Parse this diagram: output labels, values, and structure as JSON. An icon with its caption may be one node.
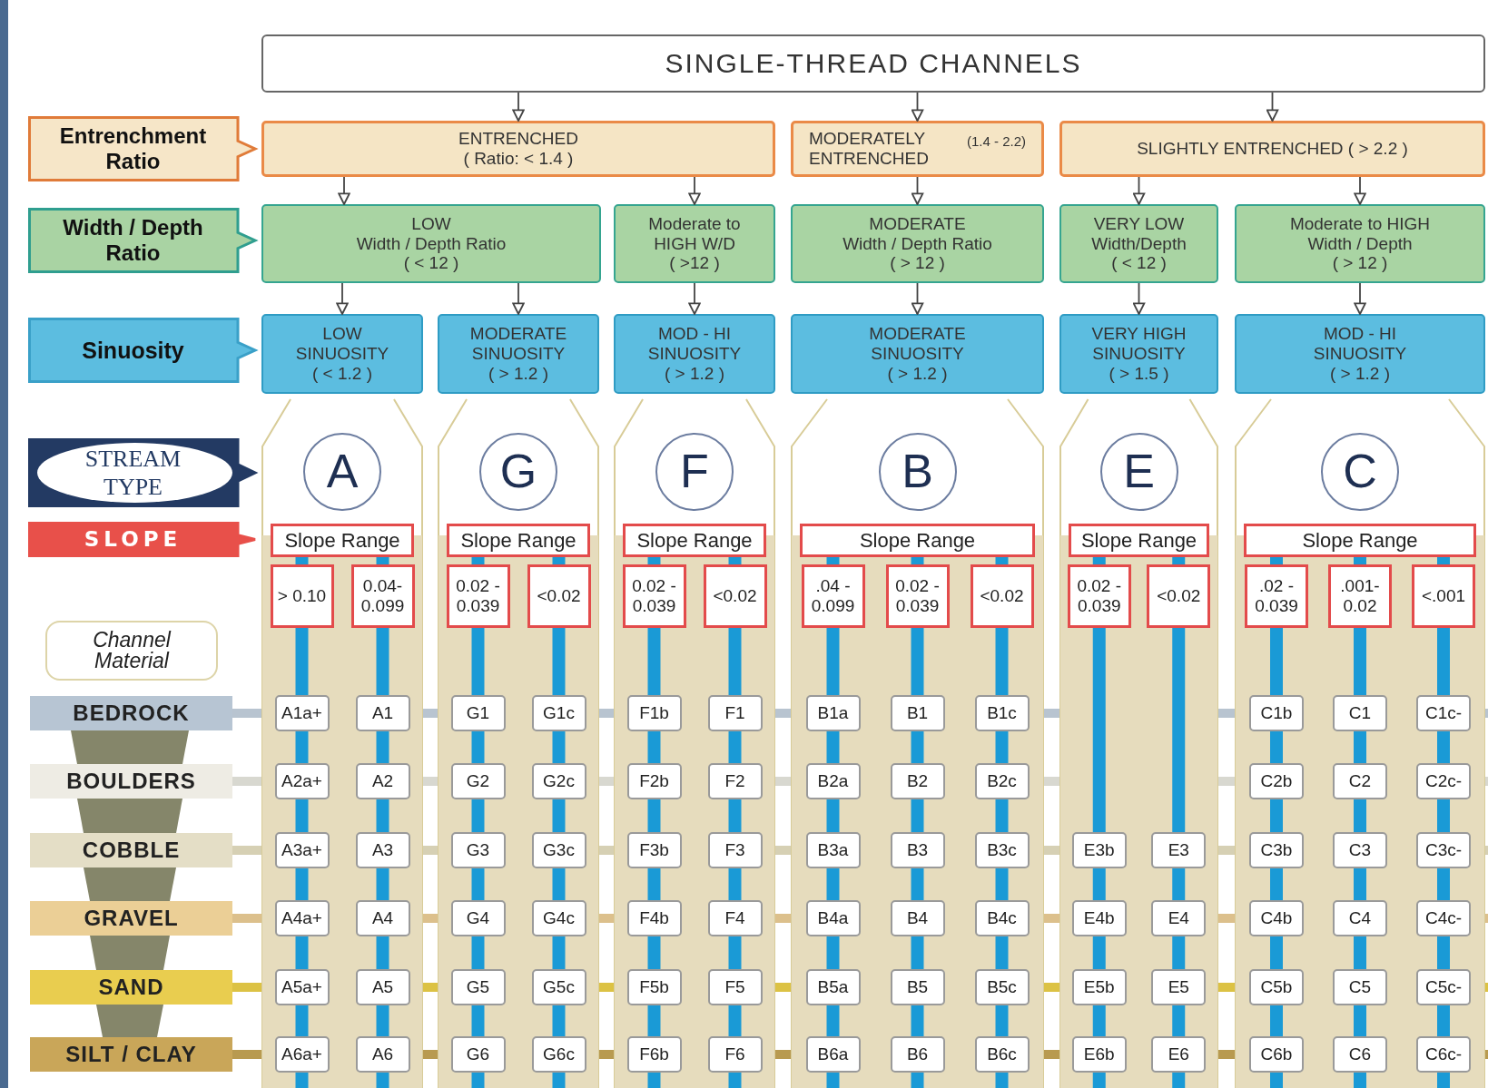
{
  "diagram": {
    "nodes": [
      {
        "text": [
          "SINGLE-THREAD CHANNELS"
        ]
      },
      {
        "text": [
          "Entrenchment Ratio"
        ]
      },
      {
        "text": [
          "ENTRENCHED",
          "( Ratio: < 1.4 )"
        ]
      },
      {
        "text": [
          "MODERATELY ENTRENCHED",
          "(1.4 - 2.2)"
        ]
      },
      {
        "text": [
          "SLIGHTLY ENTRENCHED ( > 2.2 )"
        ]
      },
      {
        "text": [
          "Width / Depth Ratio"
        ]
      },
      {
        "text": [
          "LOW",
          "Width / Depth Ratio",
          "( < 12 )"
        ]
      },
      {
        "text": [
          "Moderate to HIGH W/D",
          "( >12 )"
        ]
      },
      {
        "text": [
          "MODERATE",
          "Width / Depth Ratio",
          "( > 12 )"
        ]
      },
      {
        "text": [
          "VERY LOW",
          "Width/Depth",
          "( < 12 )"
        ]
      },
      {
        "text": [
          "Moderate to HIGH",
          "Width / Depth",
          "( > 12 )"
        ]
      },
      {
        "text": [
          "Sinuosity"
        ]
      },
      {
        "text": [
          "LOW",
          "SINUOSITY",
          "( < 1.2 )"
        ]
      },
      {
        "text": [
          "MODERATE",
          "SINUOSITY",
          "( > 1.2 )"
        ]
      },
      {
        "text": [
          "MOD - HI",
          "SINUOSITY",
          "( > 1.2 )"
        ]
      },
      {
        "text": [
          "MODERATE",
          "SINUOSITY",
          "( > 1.2 )"
        ]
      },
      {
        "text": [
          "VERY HIGH",
          "SINUOSITY",
          "( > 1.5 )"
        ]
      },
      {
        "text": [
          "MOD - HI",
          "SINUOSITY",
          "( > 1.2 )"
        ]
      },
      {
        "text": [
          "STREAM TYPE"
        ]
      },
      {
        "text": [
          "SLOPE"
        ]
      },
      {
        "text": [
          "Channel Material"
        ]
      },
      {
        "text": [
          "BEDROCK"
        ]
      },
      {
        "text": [
          "BOULDERS"
        ]
      },
      {
        "text": [
          "COBBLE"
        ]
      },
      {
        "text": [
          "GRAVEL"
        ]
      },
      {
        "text": [
          "SAND"
        ]
      },
      {
        "text": [
          "SILT / CLAY"
        ]
      },
      {
        "text": [],
        "shape": "box"
      },
      {
        "text": [
          "A"
        ],
        "in": 27
      },
      {
        "text": [
          "Slope Range"
        ],
        "in": 27
      },
      {
        "text": [
          "> 0.10"
        ],
        "in": 27
      },
      {
        "text": [
          "0.04- 0.099"
        ],
        "in": 27
      },
      {
        "text": [
          "A1a+"
        ],
        "in": 27
      },
      {
        "text": [
          "A1"
        ],
        "in": 27
      },
      {
        "text": [
          "A2a+"
        ],
        "in": 27
      },
      {
        "text": [
          "A2"
        ],
        "in": 27
      },
      {
        "text": [
          "A3a+"
        ],
        "in": 27
      },
      {
        "text": [
          "A3"
        ],
        "in": 27
      },
      {
        "text": [
          "A4a+"
        ],
        "in": 27
      },
      {
        "text": [
          "A4"
        ],
        "in": 27
      },
      {
        "text": [
          "A5a+"
        ],
        "in": 27
      },
      {
        "text": [
          "A5"
        ],
        "in": 27
      },
      {
        "text": [
          "A6a+"
        ],
        "in": 27
      },
      {
        "text": [
          "A6"
        ],
        "in": 27
      },
      {
        "text": [],
        "shape": "box"
      },
      {
        "text": [
          "G"
        ],
        "in": 44
      },
      {
        "text": [
          "Slope Range"
        ],
        "in": 44
      },
      {
        "text": [
          "0.02 - 0.039"
        ],
        "in": 44
      },
      {
        "text": [
          "<0.02"
        ],
        "in": 44
      },
      {
        "text": [
          "G1"
        ],
        "in": 44
      },
      {
        "text": [
          "G1c"
        ],
        "in": 44
      },
      {
        "text": [
          "G2"
        ],
        "in": 44
      },
      {
        "text": [
          "G2c"
        ],
        "in": 44
      },
      {
        "text": [
          "G3"
        ],
        "in": 44
      },
      {
        "text": [
          "G3c"
        ],
        "in": 44
      },
      {
        "text": [
          "G4"
        ],
        "in": 44
      },
      {
        "text": [
          "G4c"
        ],
        "in": 44
      },
      {
        "text": [
          "G5"
        ],
        "in": 44
      },
      {
        "text": [
          "G5c"
        ],
        "in": 44
      },
      {
        "text": [
          "G6"
        ],
        "in": 44
      },
      {
        "text": [
          "G6c"
        ],
        "in": 44
      },
      {
        "text": [],
        "shape": "box"
      },
      {
        "text": [
          "F"
        ],
        "in": 61
      },
      {
        "text": [
          "Slope Range"
        ],
        "in": 61
      },
      {
        "text": [
          "0.02 - 0.039"
        ],
        "in": 61
      },
      {
        "text": [
          "<0.02"
        ],
        "in": 61
      },
      {
        "text": [
          "F1b"
        ],
        "in": 61
      },
      {
        "text": [
          "F1"
        ],
        "in": 61
      },
      {
        "text": [
          "F2b"
        ],
        "in": 61
      },
      {
        "text": [
          "F2"
        ],
        "in": 61
      },
      {
        "text": [
          "F3b"
        ],
        "in": 61
      },
      {
        "text": [
          "F3"
        ],
        "in": 61
      },
      {
        "text": [
          "F4b"
        ],
        "in": 61
      },
      {
        "text": [
          "F4"
        ],
        "in": 61
      },
      {
        "text": [
          "F5b"
        ],
        "in": 61
      },
      {
        "text": [
          "F5"
        ],
        "in": 61
      },
      {
        "text": [
          "F6b"
        ],
        "in": 61
      },
      {
        "text": [
          "F6"
        ],
        "in": 61
      },
      {
        "text": [],
        "shape": "box"
      },
      {
        "text": [
          "B"
        ],
        "in": 78
      },
      {
        "text": [
          "Slope Range"
        ],
        "in": 78
      },
      {
        "text": [
          ".04 - 0.099"
        ],
        "in": 78
      },
      {
        "text": [
          "0.02 - 0.039"
        ],
        "in": 78
      },
      {
        "text": [
          "<0.02"
        ],
        "in": 78
      },
      {
        "text": [
          "B1a"
        ],
        "in": 78
      },
      {
        "text": [
          "B1"
        ],
        "in": 78
      },
      {
        "text": [
          "B1c"
        ],
        "in": 78
      },
      {
        "text": [
          "B2a"
        ],
        "in": 78
      },
      {
        "text": [
          "B2"
        ],
        "in": 78
      },
      {
        "text": [
          "B2c"
        ],
        "in": 78
      },
      {
        "text": [
          "B3a"
        ],
        "in": 78
      },
      {
        "text": [
          "B3"
        ],
        "in": 78
      },
      {
        "text": [
          "B3c"
        ],
        "in": 78
      },
      {
        "text": [
          "B4a"
        ],
        "in": 78
      },
      {
        "text": [
          "B4"
        ],
        "in": 78
      },
      {
        "text": [
          "B4c"
        ],
        "in": 78
      },
      {
        "text": [
          "B5a"
        ],
        "in": 78
      },
      {
        "text": [
          "B5"
        ],
        "in": 78
      },
      {
        "text": [
          "B5c"
        ],
        "in": 78
      },
      {
        "text": [
          "B6a"
        ],
        "in": 78
      },
      {
        "text": [
          "B6"
        ],
        "in": 78
      },
      {
        "text": [
          "B6c"
        ],
        "in": 78
      },
      {
        "text": [],
        "shape": "box"
      },
      {
        "text": [
          "E"
        ],
        "in": 102
      },
      {
        "text": [
          "Slope Range"
        ],
        "in": 102
      },
      {
        "text": [
          "0.02 - 0.039"
        ],
        "in": 102
      },
      {
        "text": [
          "<0.02"
        ],
        "in": 102
      },
      {
        "text": [
          "E3b"
        ],
        "in": 102
      },
      {
        "text": [
          "E3"
        ],
        "in": 102
      },
      {
        "text": [
          "E4b"
        ],
        "in": 102
      },
      {
        "text": [
          "E4"
        ],
        "in": 102
      },
      {
        "text": [
          "E5b"
        ],
        "in": 102
      },
      {
        "text": [
          "E5"
        ],
        "in": 102
      },
      {
        "text": [
          "E6b"
        ],
        "in": 102
      },
      {
        "text": [
          "E6"
        ],
        "in": 102
      },
      {
        "text": [],
        "shape": "box"
      },
      {
        "text": [
          "C"
        ],
        "in": 115
      },
      {
        "text": [
          "Slope Range"
        ],
        "in": 115
      },
      {
        "text": [
          ".02 - 0.039"
        ],
        "in": 115
      },
      {
        "text": [
          ".001- 0.02"
        ],
        "in": 115
      },
      {
        "text": [
          "<.001"
        ],
        "in": 115
      },
      {
        "text": [
          "C1b"
        ],
        "in": 115
      },
      {
        "text": [
          "C1"
        ],
        "in": 115
      },
      {
        "text": [
          "C1c-"
        ],
        "in": 115
      },
      {
        "text": [
          "C2b"
        ],
        "in": 115
      },
      {
        "text": [
          "C2"
        ],
        "in": 115
      },
      {
        "text": [
          "C2c-"
        ],
        "in": 115
      },
      {
        "text": [
          "C3b"
        ],
        "in": 115
      },
      {
        "text": [
          "C3"
        ],
        "in": 115
      },
      {
        "text": [
          "C3c-"
        ],
        "in": 115
      },
      {
        "text": [
          "C4b"
        ],
        "in": 115
      },
      {
        "text": [
          "C4"
        ],
        "in": 115
      },
      {
        "text": [
          "C4c-"
        ],
        "in": 115
      },
      {
        "text": [
          "C5b"
        ],
        "in": 115
      },
      {
        "text": [
          "C5"
        ],
        "in": 115
      },
      {
        "text": [
          "C5c-"
        ],
        "in": 115
      },
      {
        "text": [
          "C6b"
        ],
        "in": 115
      },
      {
        "text": [
          "C6"
        ],
        "in": 115
      },
      {
        "text": [
          "C6c-"
        ],
        "in": 115
      }
    ],
    "edges": [
      {
        "from": 0,
        "to": 2,
        "arrow": "to"
      },
      {
        "from": 0,
        "to": 3,
        "arrow": "to"
      },
      {
        "from": 0,
        "to": 4,
        "arrow": "to"
      },
      {
        "from": 2,
        "to": 6,
        "arrow": "to"
      },
      {
        "from": 2,
        "to": 7,
        "arrow": "to"
      },
      {
        "from": 3,
        "to": 8,
        "arrow": "to"
      },
      {
        "from": 4,
        "to": 9,
        "arrow": "to"
      },
      {
        "from": 4,
        "to": 10,
        "arrow": "to"
      },
      {
        "from": 6,
        "to": 12,
        "arrow": "to"
      },
      {
        "from": 6,
        "to": 13,
        "arrow": "to"
      },
      {
        "from": 7,
        "to": 14,
        "arrow": "to"
      },
      {
        "from": 8,
        "to": 15,
        "arrow": "to"
      },
      {
        "from": 9,
        "to": 16,
        "arrow": "to"
      },
      {
        "from": 10,
        "to": 17,
        "arrow": "to"
      }
    ]
  }
}
